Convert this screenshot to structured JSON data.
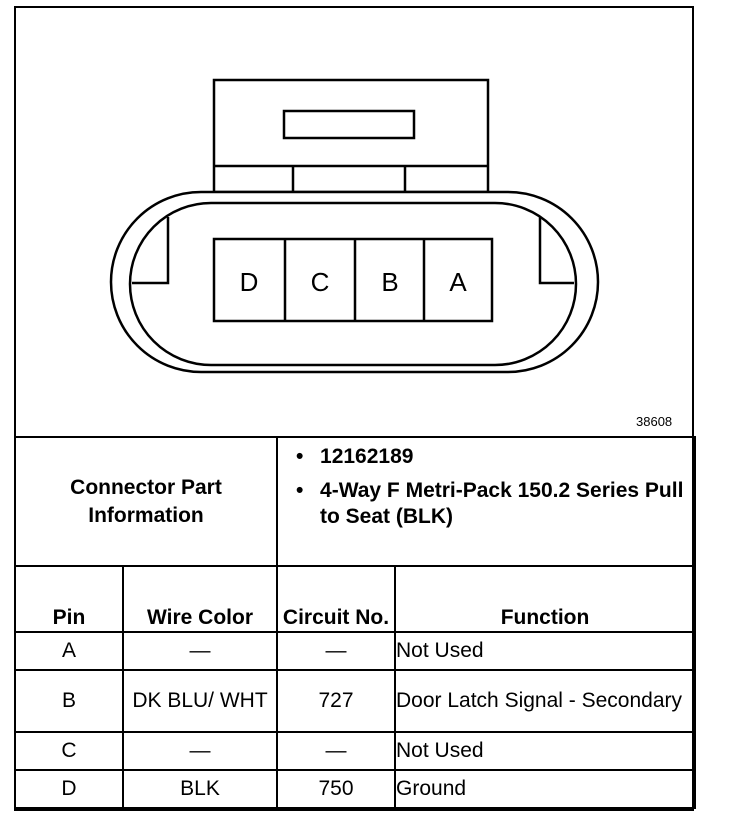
{
  "diagram": {
    "pins": [
      "D",
      "C",
      "B",
      "A"
    ],
    "figure_id": "38608"
  },
  "connector_info": {
    "label": "Connector Part Information",
    "items": [
      "12162189",
      "4-Way F Metri-Pack 150.2 Series Pull to Seat (BLK)"
    ]
  },
  "pin_table": {
    "headers": {
      "pin": "Pin",
      "wire_color": "Wire Color",
      "circuit_no": "Circuit No.",
      "function": "Function"
    },
    "rows": [
      {
        "pin": "A",
        "wire_color": "—",
        "circuit_no": "—",
        "function": "Not Used"
      },
      {
        "pin": "B",
        "wire_color": "DK BLU/ WHT",
        "circuit_no": "727",
        "function": "Door Latch Signal - Secondary"
      },
      {
        "pin": "C",
        "wire_color": "—",
        "circuit_no": "—",
        "function": "Not Used"
      },
      {
        "pin": "D",
        "wire_color": "BLK",
        "circuit_no": "750",
        "function": "Ground"
      }
    ]
  }
}
